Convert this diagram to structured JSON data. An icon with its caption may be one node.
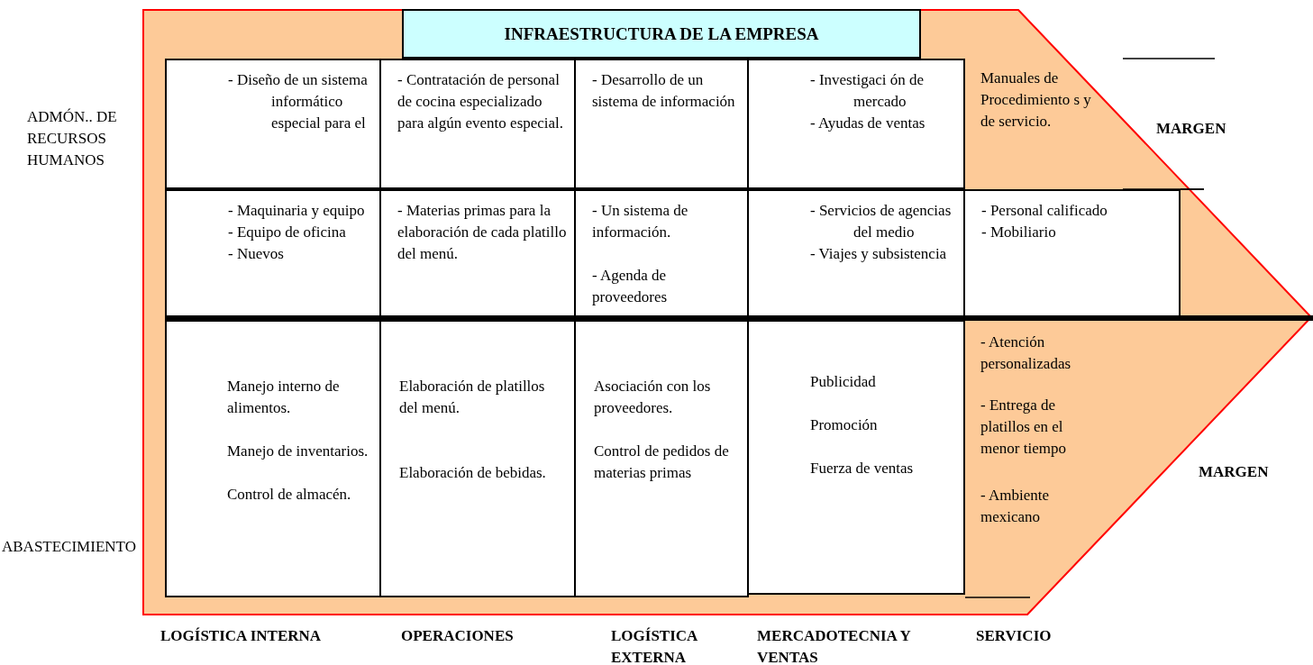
{
  "diagram": {
    "nodes": [
      {
        "text": [],
        "shape": "arrow"
      },
      {
        "text": [
          "INFRAESTRUCTURA DE LA EMPRESA"
        ],
        "in": 0
      },
      {
        "text": [
          "- Diseño de un sistema informático especial para el"
        ],
        "in": 0
      },
      {
        "text": [
          "- Contratación de personal de cocina especializado para algún evento especial."
        ],
        "in": 0
      },
      {
        "text": [
          "- Desarrollo de un sistema de información"
        ],
        "in": 0
      },
      {
        "text": [
          "- Investigaci ón de mercado",
          "- Ayudas de ventas"
        ],
        "in": 0
      },
      {
        "text": [
          "Manuales de Procedimiento s y de servicio."
        ],
        "in": 0
      },
      {
        "text": [
          "- Maquinaria y equipo",
          "- Equipo de oficina",
          "- Nuevos"
        ],
        "in": 0
      },
      {
        "text": [
          "- Materias primas para la elaboración de cada platillo del menú."
        ],
        "in": 0
      },
      {
        "text": [
          "- Un sistema de información.",
          "- Agenda de proveedores"
        ],
        "in": 0
      },
      {
        "text": [
          "- Servicios de agencias del medio",
          "- Viajes y subsistencia"
        ],
        "in": 0
      },
      {
        "text": [
          "- Personal calificado",
          "- Mobiliario"
        ],
        "in": 0
      },
      {
        "text": [
          "Manejo interno de alimentos.",
          "Manejo de inventarios.",
          "Control de almacén."
        ],
        "in": 0
      },
      {
        "text": [
          "Elaboración de platillos del menú.",
          "Elaboración de bebidas."
        ],
        "in": 0
      },
      {
        "text": [
          "Asociación con los proveedores.",
          "Control de pedidos de materias primas"
        ],
        "in": 0
      },
      {
        "text": [
          "Publicidad",
          "Promoción",
          "Fuerza de ventas"
        ],
        "in": 0
      }
    ],
    "edges": [],
    "labels": [
      "ADMÓN.. DE RECURSOS HUMANOS",
      "MARGEN",
      "- Atención personalizadas",
      "- Entrega de platillos en el menor tiempo",
      "- Ambiente mexicano",
      "MARGEN",
      "ABASTECIMIENTO",
      "LOGÍSTICA INTERNA",
      "OPERACIONES",
      "LOGÍSTICA EXTERNA",
      "MERCADOTECNIA Y VENTAS",
      "SERVICIO"
    ]
  }
}
